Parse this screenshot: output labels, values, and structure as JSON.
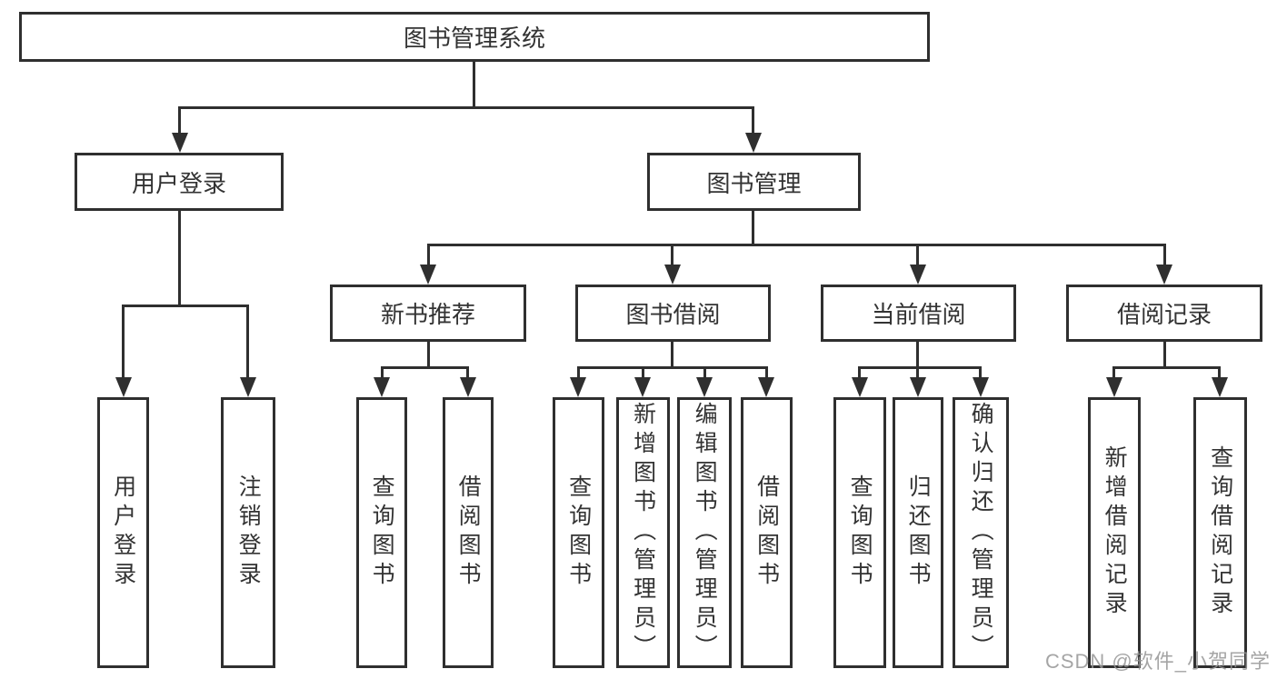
{
  "diagram": {
    "watermark": "CSDN @软件_小贺同学",
    "colors": {
      "line": "#2f2f2f",
      "text": "#333333",
      "background": "#ffffff",
      "watermark": "#969696"
    },
    "tree": {
      "label": "图书管理系统",
      "children": [
        {
          "label": "用户登录",
          "children": [
            {
              "label": "用户登录"
            },
            {
              "label": "注销登录"
            }
          ]
        },
        {
          "label": "图书管理",
          "children": [
            {
              "label": "新书推荐",
              "children": [
                {
                  "label": "查询图书"
                },
                {
                  "label": "借阅图书"
                }
              ]
            },
            {
              "label": "图书借阅",
              "children": [
                {
                  "label": "查询图书"
                },
                {
                  "label": "新增图书（管理员）"
                },
                {
                  "label": "编辑图书（管理员）"
                },
                {
                  "label": "借阅图书"
                }
              ]
            },
            {
              "label": "当前借阅",
              "children": [
                {
                  "label": "查询图书"
                },
                {
                  "label": "归还图书"
                },
                {
                  "label": "确认归还（管理员）"
                }
              ]
            },
            {
              "label": "借阅记录",
              "children": [
                {
                  "label": "新增借阅记录"
                },
                {
                  "label": "查询借阅记录"
                }
              ]
            }
          ]
        }
      ]
    }
  }
}
